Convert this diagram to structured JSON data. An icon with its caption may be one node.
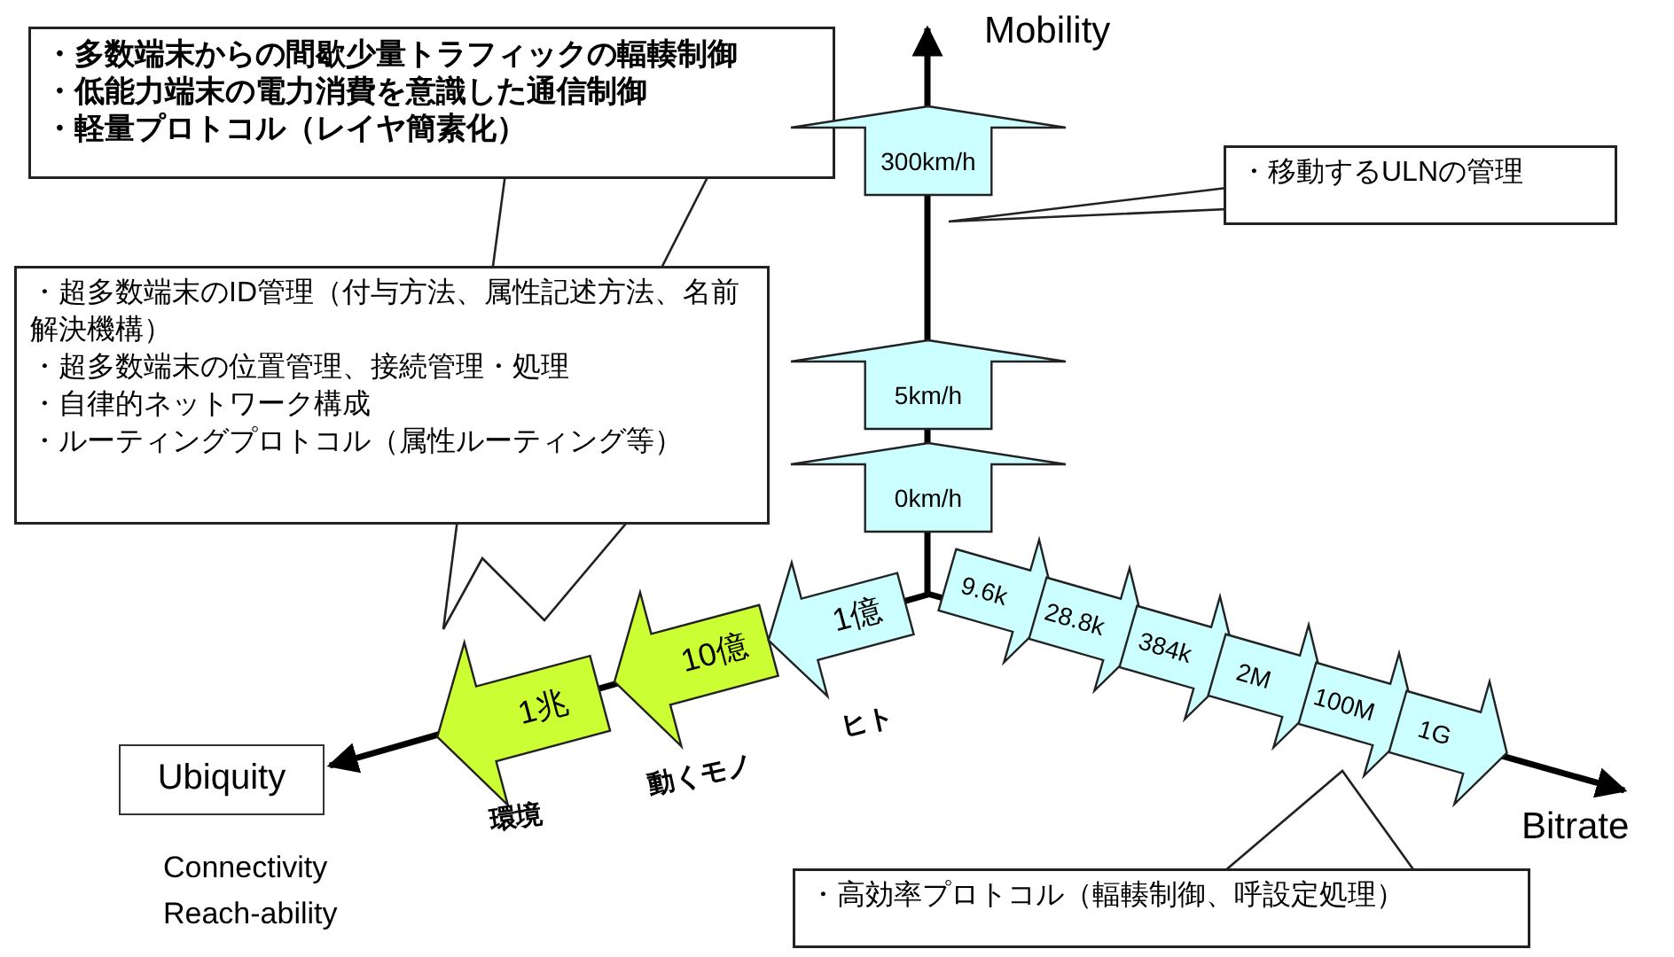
{
  "diagram": {
    "nodes": [
      {
        "text": [
          "・多数端末からの間歇少量トラフィックの輻輳制御",
          "・低能力端末の電力消費を意識した通信制御",
          "・軽量プロトコル（レイヤ簡素化）"
        ]
      },
      {
        "text": [
          "・超多数端末のID管理（付与方法、属性記述方法、名前解決機構）",
          "・超多数端末の位置管理、接続管理・処理",
          "・自律的ネットワーク構成",
          "・ルーティングプロトコル（属性ルーティング等）"
        ]
      },
      {
        "text": [
          "・移動するULNの管理"
        ]
      },
      {
        "text": [
          "・高効率プロトコル（輻輳制御、呼設定処理）"
        ]
      },
      {
        "text": [
          "300km/h"
        ]
      },
      {
        "text": [
          "5km/h"
        ]
      },
      {
        "text": [
          "0km/h"
        ]
      },
      {
        "text": [
          "1兆"
        ]
      },
      {
        "text": [
          "10億"
        ]
      },
      {
        "text": [
          "1億"
        ]
      },
      {
        "text": [
          "9.6k"
        ]
      },
      {
        "text": [
          "28.8k"
        ]
      },
      {
        "text": [
          "384k"
        ]
      },
      {
        "text": [
          "2M"
        ]
      },
      {
        "text": [
          "100M"
        ]
      },
      {
        "text": [
          "1G"
        ]
      },
      {
        "text": [
          "Ubiquity"
        ]
      }
    ],
    "labels": [
      "Mobility",
      "Bitrate",
      "ヒト",
      "動くモノ",
      "環境",
      "Connectivity",
      "Reach-ability"
    ]
  }
}
